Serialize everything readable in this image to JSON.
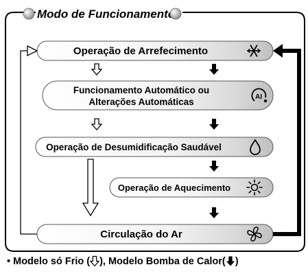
{
  "title": "Modo de Funcionamento",
  "modes": {
    "cooling": {
      "label": "Operação de Arrefecimento",
      "icon": "snowflake-icon"
    },
    "auto": {
      "label_line1": "Funcionamento Automático ou",
      "label_line2": "Alterações Automáticas",
      "icon": "ai-mode-icon"
    },
    "dehumid": {
      "label": "Operação de Desumidificação Saudável",
      "icon": "water-drop-icon"
    },
    "heating": {
      "label": "Operação de Aquecimento",
      "icon": "sun-icon"
    },
    "fan": {
      "label": "Circulação do Ar",
      "icon": "fan-icon"
    }
  },
  "legend": {
    "bullet": "•",
    "cooling_only": "Modelo só Frio (",
    "mid": "), Modelo Bomba de Calor(",
    "end": ")"
  },
  "colors": {
    "pill_light": "#ffffff",
    "pill_dark": "#c4c4c4",
    "line": "#000000"
  }
}
